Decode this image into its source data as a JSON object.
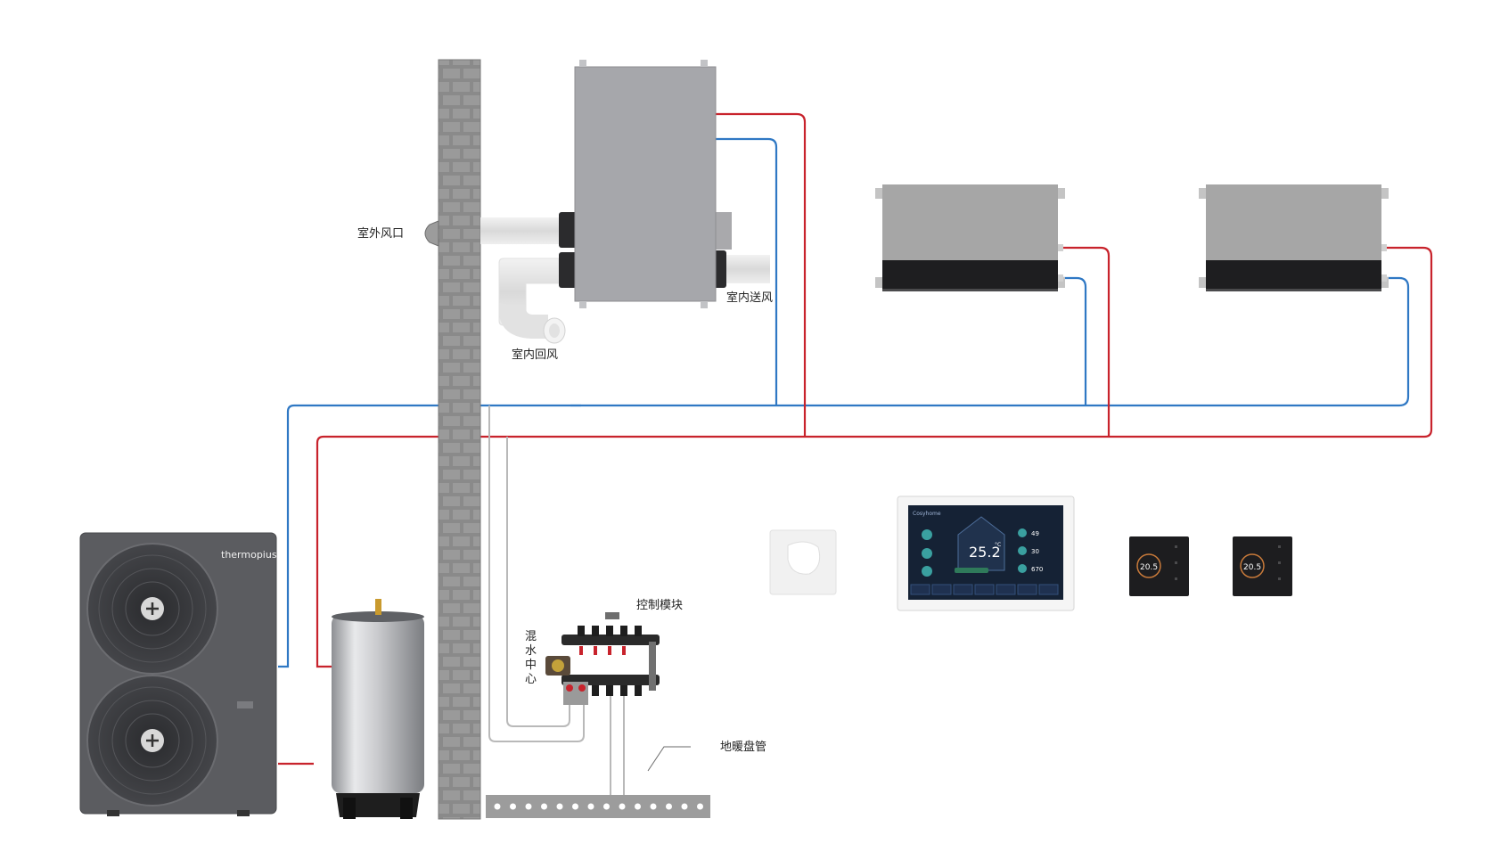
{
  "labels": {
    "outdoor_vent": "室外风口",
    "indoor_supply": "室内送风",
    "indoor_return": "室内回风",
    "control_module": "控制模块",
    "mixing_center": "混水中心",
    "floor_coil": "地暖盘管"
  },
  "heat_pump": {
    "brand": "thermopius"
  },
  "panel": {
    "brand": "Cosyhome",
    "temperature": "25.2",
    "temp_unit": "°C",
    "stats": [
      "49",
      "30",
      "670"
    ],
    "buttons": [
      "",
      "",
      "",
      "",
      "",
      "",
      ""
    ]
  },
  "thermostats": [
    {
      "reading": "20.5"
    },
    {
      "reading": "20.5"
    }
  ],
  "colors": {
    "supply_pipe": "#c8232c",
    "return_pipe": "#2f78c4",
    "wall": "#8c8c8c",
    "unit_gray": "#a6a6a6",
    "heat_pump_body": "#5b5c60"
  },
  "icons": [
    "fan-icon",
    "brick-wall",
    "water-tank",
    "manifold",
    "thermostat-icon"
  ]
}
